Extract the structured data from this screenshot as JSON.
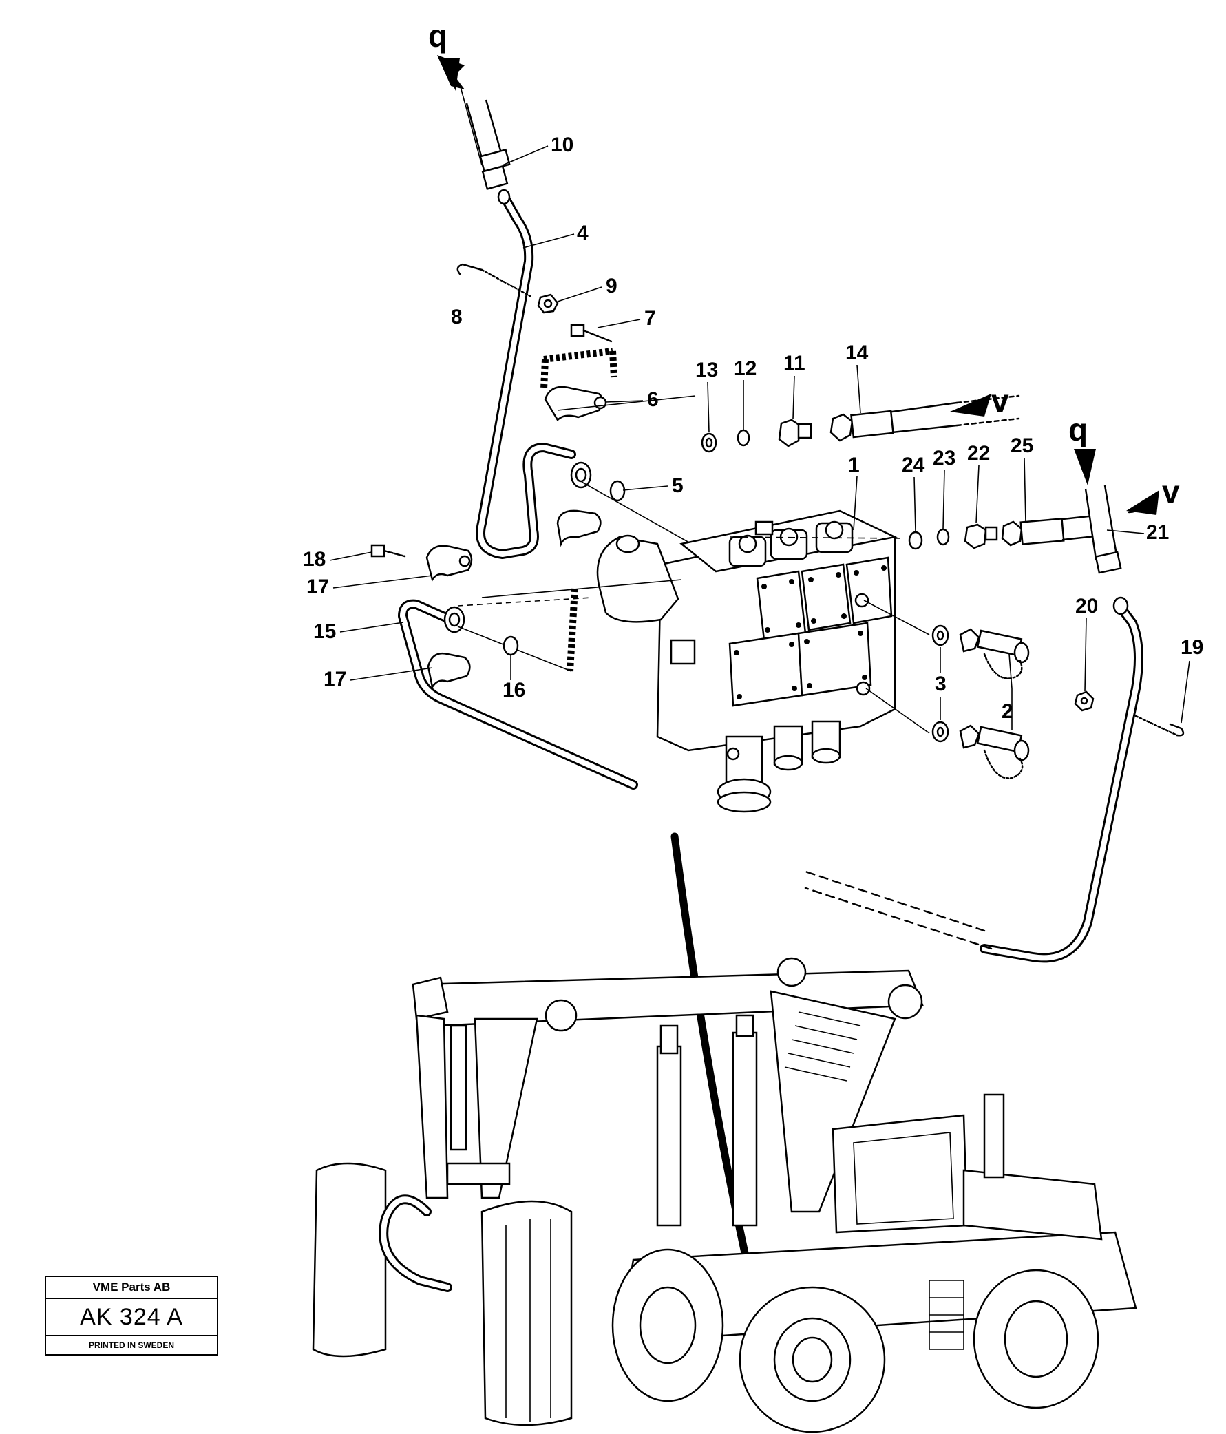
{
  "callouts": [
    "1",
    "2",
    "3",
    "4",
    "5",
    "6",
    "7",
    "8",
    "9",
    "10",
    "11",
    "12",
    "13",
    "14",
    "15",
    "16",
    "17",
    "17",
    "18",
    "19",
    "20",
    "21",
    "22",
    "23",
    "24",
    "25"
  ],
  "flow_markers": [
    "q",
    "v",
    "q",
    "v"
  ],
  "stamp": {
    "company": "VME Parts AB",
    "code": "AK 324 A",
    "printed": "PRINTED IN SWEDEN"
  }
}
